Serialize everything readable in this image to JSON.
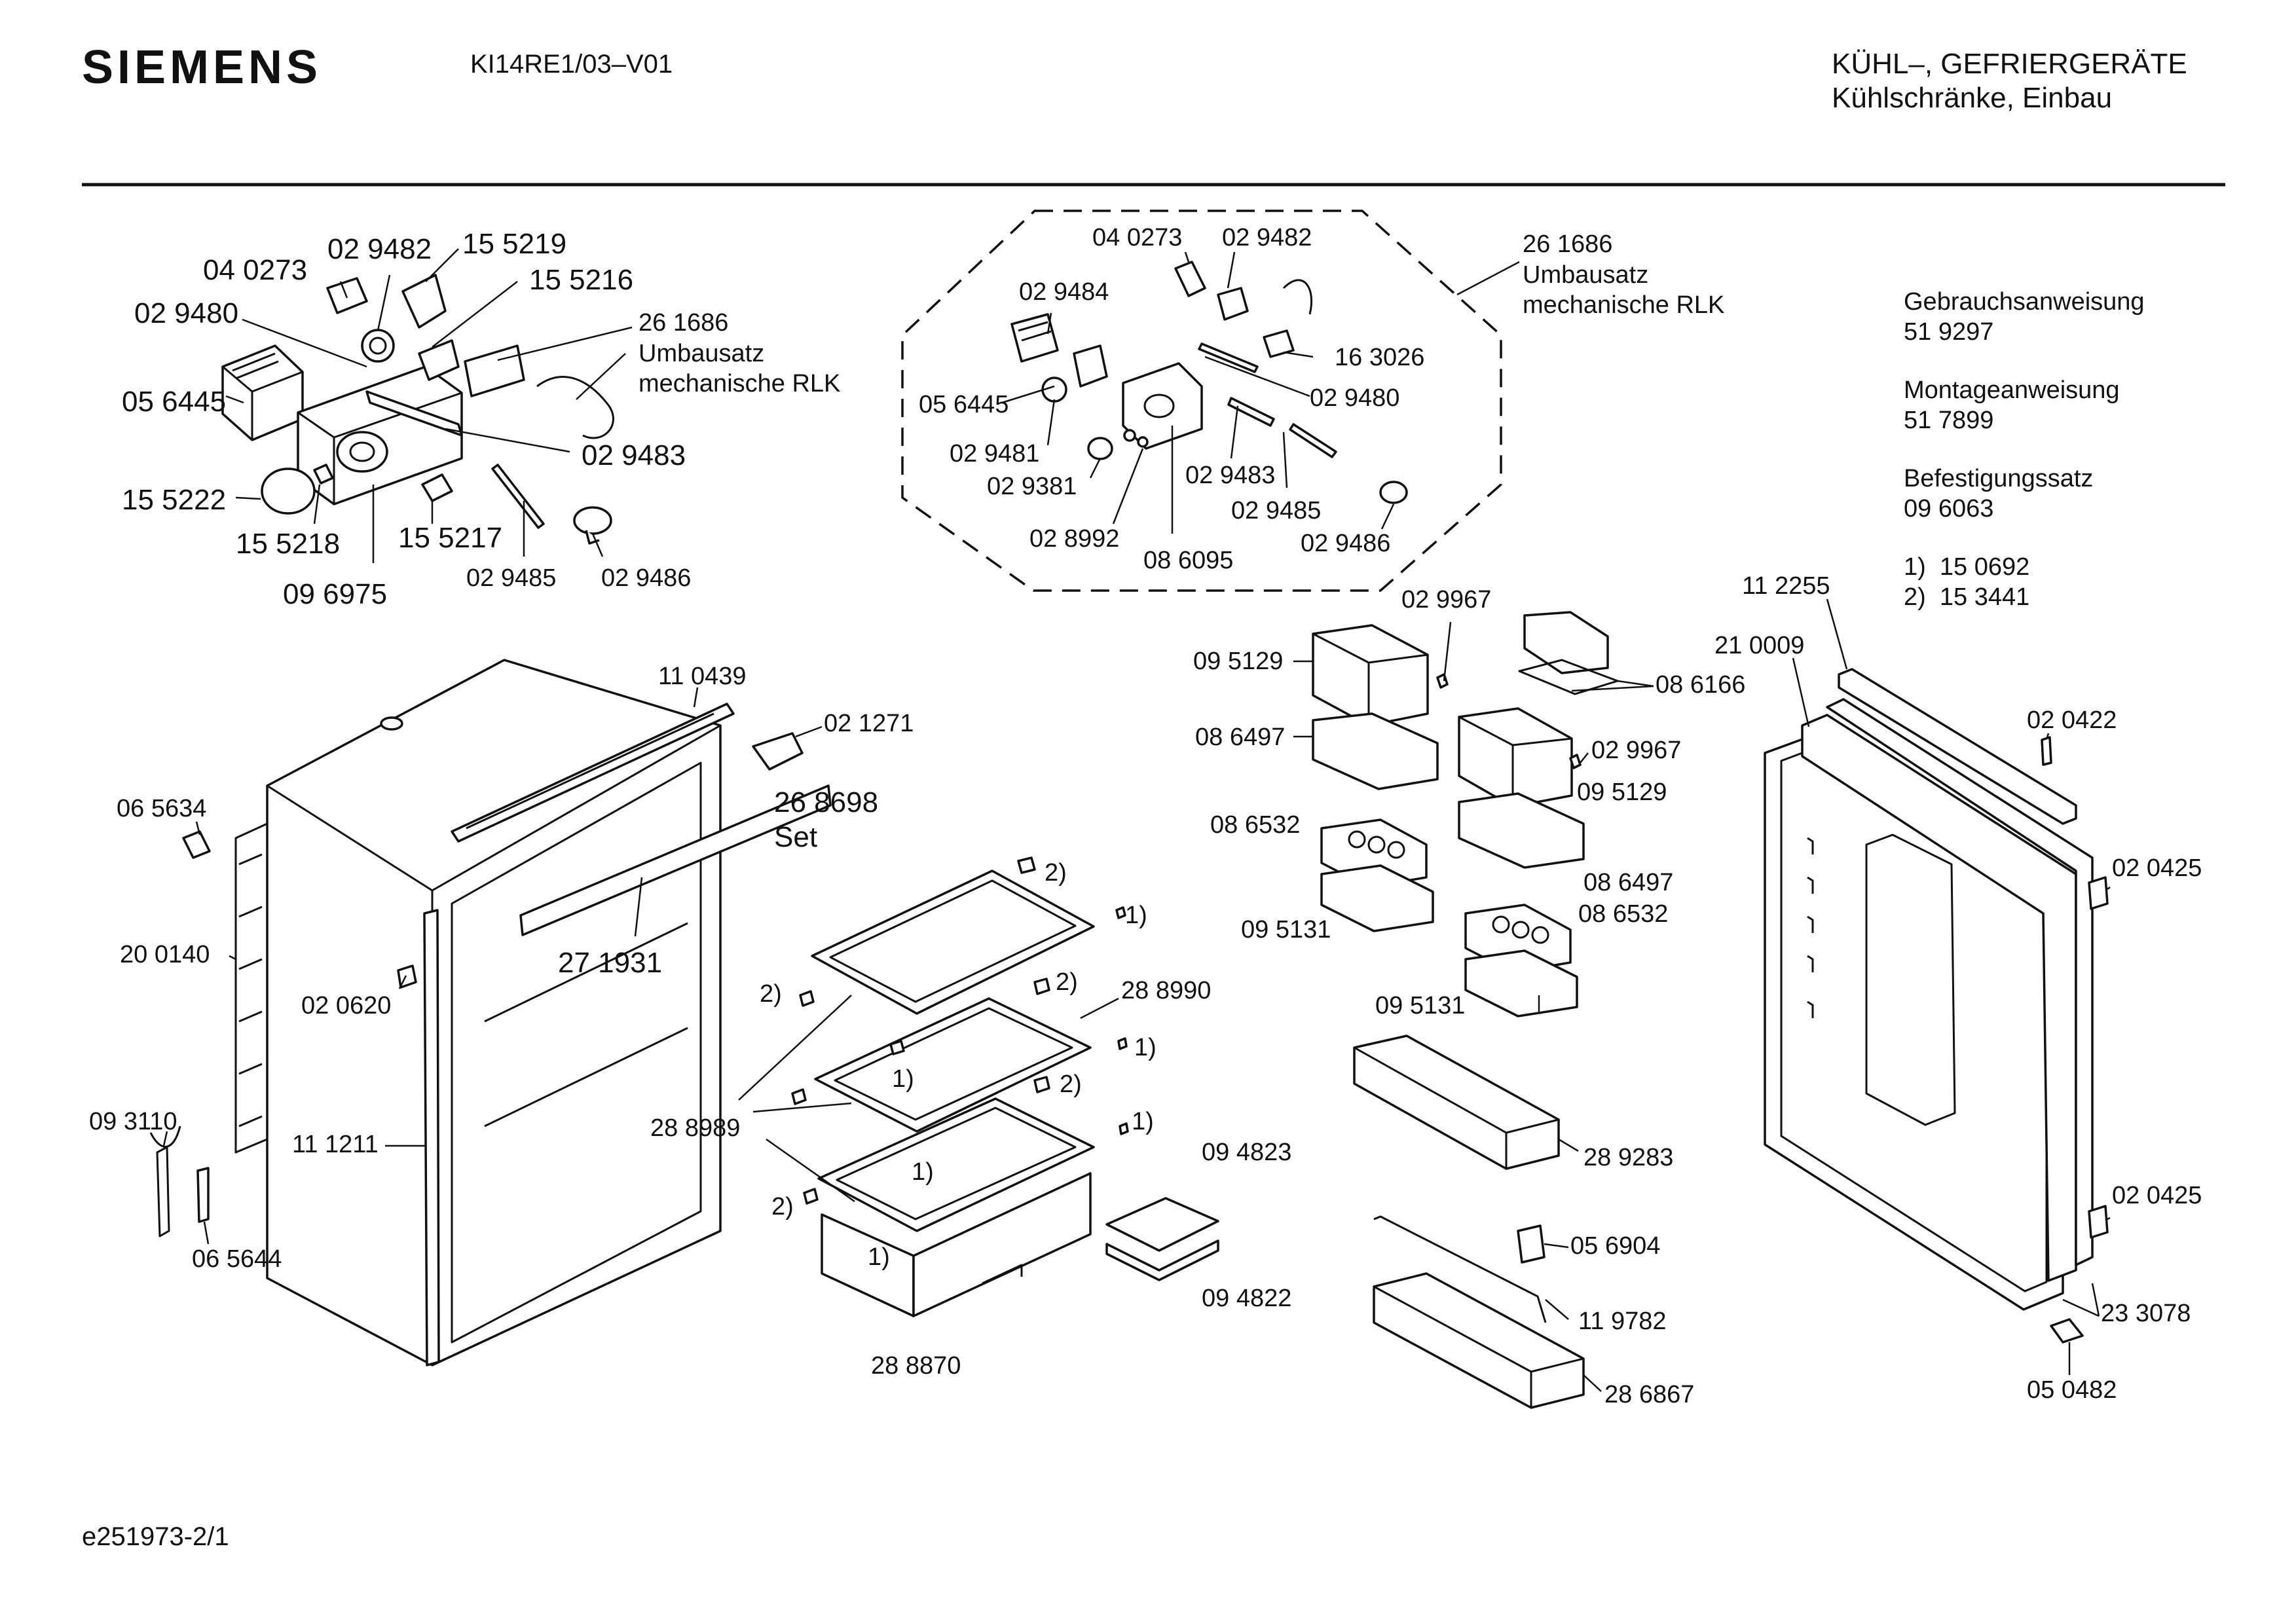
{
  "header": {
    "brand": "SIEMENS",
    "model": "KI14RE1/03–V01",
    "category_line1": "KÜHL–, GEFRIERGERÄTE",
    "category_line2": "Kühlschränke, Einbau"
  },
  "documents": [
    {
      "title": "Gebrauchsanweisung",
      "number": "51 9297"
    },
    {
      "title": "Montageanweisung",
      "number": "51 7899"
    },
    {
      "title": "Befestigungssatz",
      "number": "09 6063"
    }
  ],
  "footnotes": [
    {
      "marker": "1)",
      "number": "15 0692"
    },
    {
      "marker": "2)",
      "number": "15 3441"
    }
  ],
  "footer": {
    "drawing_id": "e251973-2/1"
  },
  "callouts": {
    "kitA": {
      "p040273": "04 0273",
      "p029482": "02 9482",
      "p155219": "15 5219",
      "p155216": "15 5216",
      "p029480": "02 9480",
      "p261686": "26 1686",
      "umbau": "Umbausatz",
      "rlk": "mechanische RLK",
      "p056445": "05 6445",
      "p029483": "02 9483",
      "p155222": "15 5222",
      "p155218": "15 5218",
      "p155217": "15 5217",
      "p096975": "09 6975",
      "p029485": "02 9485",
      "p029486": "02 9486"
    },
    "kitB": {
      "p040273": "04 0273",
      "p029482": "02 9482",
      "p261686": "26 1686",
      "umbau": "Umbausatz",
      "rlk": "mechanische RLK",
      "p029484": "02 9484",
      "p163026": "16 3026",
      "p056445": "05 6445",
      "p029480": "02 9480",
      "p029481": "02 9481",
      "p029381": "02 9381",
      "p029483": "02 9483",
      "p029485": "02 9485",
      "p028992": "02 8992",
      "p086095": "08 6095",
      "p029486": "02 9486"
    },
    "cabinet": {
      "p110439": "11 0439",
      "p021271": "02 1271",
      "p268698": "26 8698",
      "set": "Set",
      "p065634": "06 5634",
      "p200140": "20 0140",
      "p020620": "02 0620",
      "p271931": "27 1931",
      "p093110": "09 3110",
      "p111211": "11 1211",
      "p065644": "06 5644"
    },
    "shelves": {
      "n2a": "2)",
      "n1a": "1)",
      "n2b": "2)",
      "n2c": "2)",
      "p288990": "28 8990",
      "n1b": "1)",
      "n1c": "1)",
      "n2d": "2)",
      "n1d": "1)",
      "p288989": "28 8989",
      "n1e": "1)",
      "n2e": "2)",
      "n1f": "1)",
      "p094823": "09 4823",
      "p094822": "09 4822",
      "p288870": "28 8870"
    },
    "doorbins": {
      "p029967a": "02 9967",
      "p095129a": "09 5129",
      "p086166": "08 6166",
      "p086497a": "08 6497",
      "p029967b": "02 9967",
      "p095129b": "09 5129",
      "p086532a": "08 6532",
      "p086497b": "08 6497",
      "p095131a": "09 5131",
      "p086532b": "08 6532",
      "p095131b": "09 5131",
      "p289283": "28 9283",
      "p056904": "05 6904",
      "p119782": "11 9782",
      "p286867": "28 6867"
    },
    "door": {
      "p112255": "11 2255",
      "p210009": "21 0009",
      "p020422": "02 0422",
      "p020425a": "02 0425",
      "p020425b": "02 0425",
      "p233078": "23 3078",
      "p050482": "05 0482"
    }
  }
}
